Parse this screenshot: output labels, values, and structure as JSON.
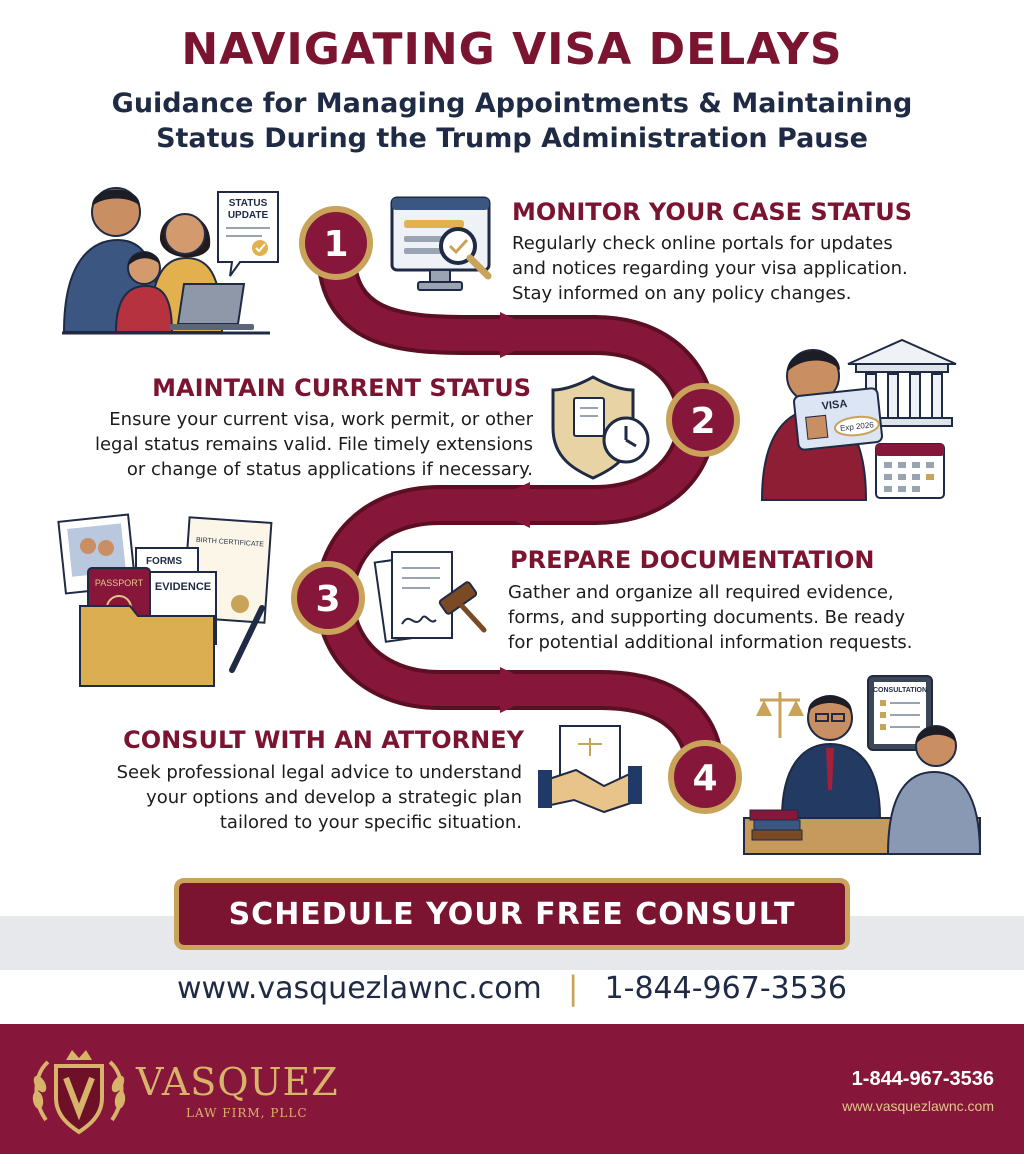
{
  "header": {
    "title": "NAVIGATING VISA DELAYS",
    "subtitle_line1": "Guidance for Managing Appointments & Maintaining",
    "subtitle_line2": "Status During the Trump Administration Pause"
  },
  "steps": [
    {
      "number": "1",
      "heading": "MONITOR YOUR CASE STATUS",
      "lines": [
        "Regularly check online portals for updates",
        "and notices regarding your visa application.",
        "Stay informed on any policy changes."
      ],
      "illustration_text": [
        "STATUS",
        "UPDATE"
      ]
    },
    {
      "number": "2",
      "heading": "MAINTAIN CURRENT STATUS",
      "lines": [
        "Ensure your current visa, work permit, or other",
        "legal status remains valid. File timely extensions",
        "or change of status applications if necessary."
      ],
      "illustration_text": [
        "VISA",
        "Exp 2026"
      ]
    },
    {
      "number": "3",
      "heading": "PREPARE DOCUMENTATION",
      "lines": [
        "Gather and organize all required evidence,",
        "forms, and supporting documents. Be ready",
        "for potential additional information requests."
      ],
      "illustration_text": [
        "FORMS",
        "EVIDENCE",
        "PASSPORT",
        "BIRTH CERTIFICATE"
      ]
    },
    {
      "number": "4",
      "heading": "CONSULT WITH AN ATTORNEY",
      "lines": [
        "Seek professional legal advice to understand",
        "your options and develop a strategic plan",
        "tailored to your specific situation."
      ],
      "illustration_text": [
        "CONSULTATION"
      ]
    }
  ],
  "cta": {
    "label": "SCHEDULE YOUR FREE CONSULT"
  },
  "contact": {
    "website": "www.vasquezlawnc.com",
    "separator": "|",
    "phone": "1-844-967-3536"
  },
  "footer": {
    "brand_name": "VASQUEZ",
    "brand_sub": "LAW FIRM, PLLC",
    "phone": "1-844-967-3536",
    "website": "www.vasquezlawnc.com"
  },
  "colors": {
    "maroon": "#7a1430",
    "gold": "#c9a35a",
    "navy": "#1f2a44",
    "footer": "#86173a"
  },
  "icons": [
    "family-laptop-icon",
    "monitor-search-icon",
    "shield-clock-icon",
    "visa-card-icon",
    "courthouse-icon",
    "calendar-icon",
    "document-folder-icon",
    "gavel-document-icon",
    "handshake-icon",
    "attorney-meeting-icon",
    "law-firm-crest-icon"
  ]
}
